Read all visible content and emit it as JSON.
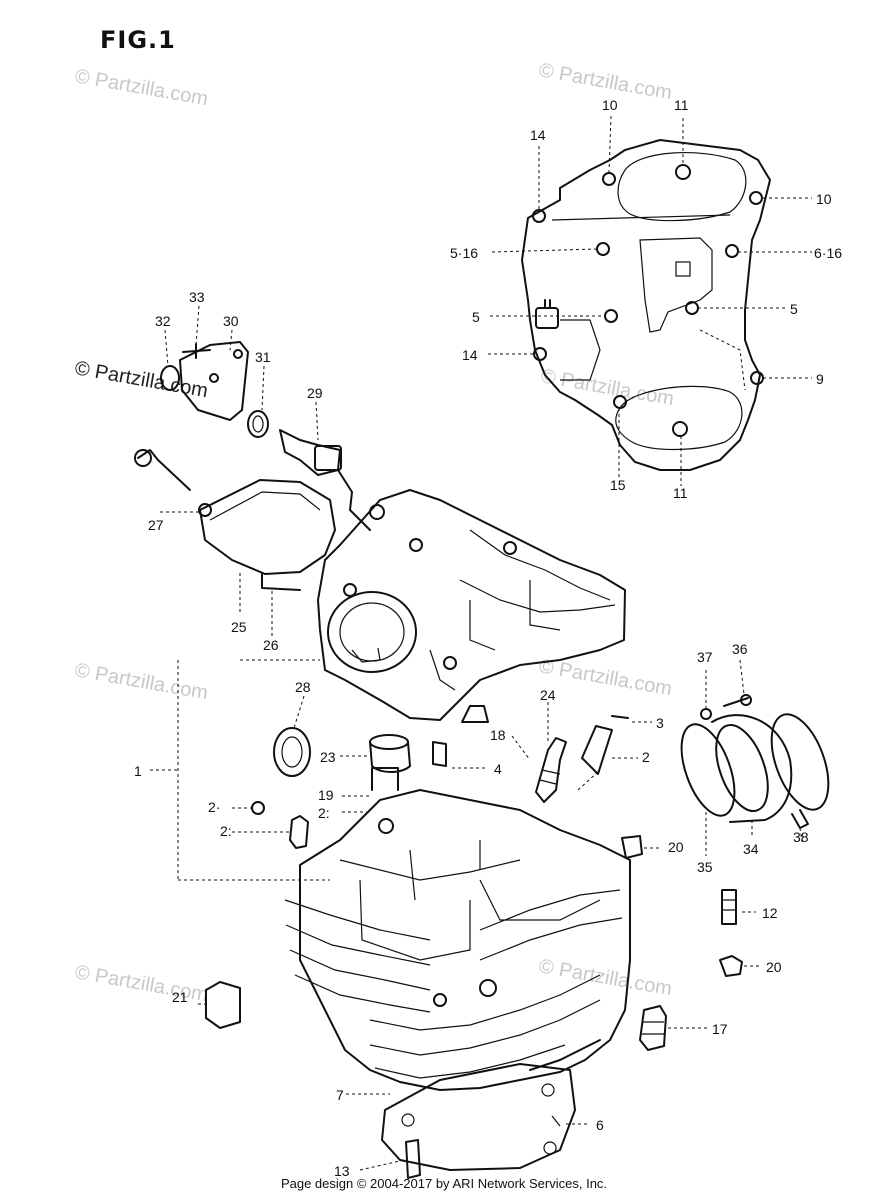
{
  "figure": {
    "title": "FIG.1"
  },
  "watermarks": [
    {
      "id": "wm-1",
      "text": "© Partzilla.com"
    },
    {
      "id": "wm-2",
      "text": "© Partzilla.com"
    },
    {
      "id": "wm-3",
      "text": "© Partzilla.com"
    },
    {
      "id": "wm-4",
      "text": "© Partzilla.com"
    },
    {
      "id": "wm-5",
      "text": "© Partzilla.com"
    },
    {
      "id": "wm-6",
      "text": "© Partzilla.com"
    },
    {
      "id": "wm-7",
      "text": "© Partzilla.com"
    },
    {
      "id": "wm-8",
      "text": "© Partzilla.com"
    }
  ],
  "callouts": [
    {
      "id": "c-10a",
      "text": "10"
    },
    {
      "id": "c-11a",
      "text": "11"
    },
    {
      "id": "c-14a",
      "text": "14"
    },
    {
      "id": "c-10b",
      "text": "10"
    },
    {
      "id": "c-516",
      "text": "5·16"
    },
    {
      "id": "c-616",
      "text": "6·16"
    },
    {
      "id": "c-5a",
      "text": "5"
    },
    {
      "id": "c-5b",
      "text": "5"
    },
    {
      "id": "c-14b",
      "text": "14"
    },
    {
      "id": "c-9",
      "text": "9"
    },
    {
      "id": "c-15",
      "text": "15"
    },
    {
      "id": "c-11b",
      "text": "11"
    },
    {
      "id": "c-33",
      "text": "33"
    },
    {
      "id": "c-32",
      "text": "32"
    },
    {
      "id": "c-30",
      "text": "30"
    },
    {
      "id": "c-31",
      "text": "31"
    },
    {
      "id": "c-29",
      "text": "29"
    },
    {
      "id": "c-27",
      "text": "27"
    },
    {
      "id": "c-25",
      "text": "25"
    },
    {
      "id": "c-26",
      "text": "26"
    },
    {
      "id": "c-28",
      "text": "28"
    },
    {
      "id": "c-1",
      "text": "1"
    },
    {
      "id": "c-23",
      "text": "23"
    },
    {
      "id": "c-24",
      "text": "24"
    },
    {
      "id": "c-18",
      "text": "18"
    },
    {
      "id": "c-4",
      "text": "4"
    },
    {
      "id": "c-3",
      "text": "3"
    },
    {
      "id": "c-2",
      "text": "2"
    },
    {
      "id": "c-37",
      "text": "37"
    },
    {
      "id": "c-36",
      "text": "36"
    },
    {
      "id": "c-19",
      "text": "19"
    },
    {
      "id": "c-22a",
      "text": "2:"
    },
    {
      "id": "c-22b",
      "text": "2·"
    },
    {
      "id": "c-22c",
      "text": "2:"
    },
    {
      "id": "c-20a",
      "text": "20"
    },
    {
      "id": "c-35",
      "text": "35"
    },
    {
      "id": "c-34",
      "text": "34"
    },
    {
      "id": "c-38",
      "text": "38"
    },
    {
      "id": "c-12",
      "text": "12"
    },
    {
      "id": "c-20b",
      "text": "20"
    },
    {
      "id": "c-21",
      "text": "21"
    },
    {
      "id": "c-17",
      "text": "17"
    },
    {
      "id": "c-7",
      "text": "7"
    },
    {
      "id": "c-6",
      "text": "6"
    },
    {
      "id": "c-13",
      "text": "13"
    }
  ],
  "footer": {
    "text": "Page design © 2004-2017 by ARI Network Services, Inc."
  }
}
